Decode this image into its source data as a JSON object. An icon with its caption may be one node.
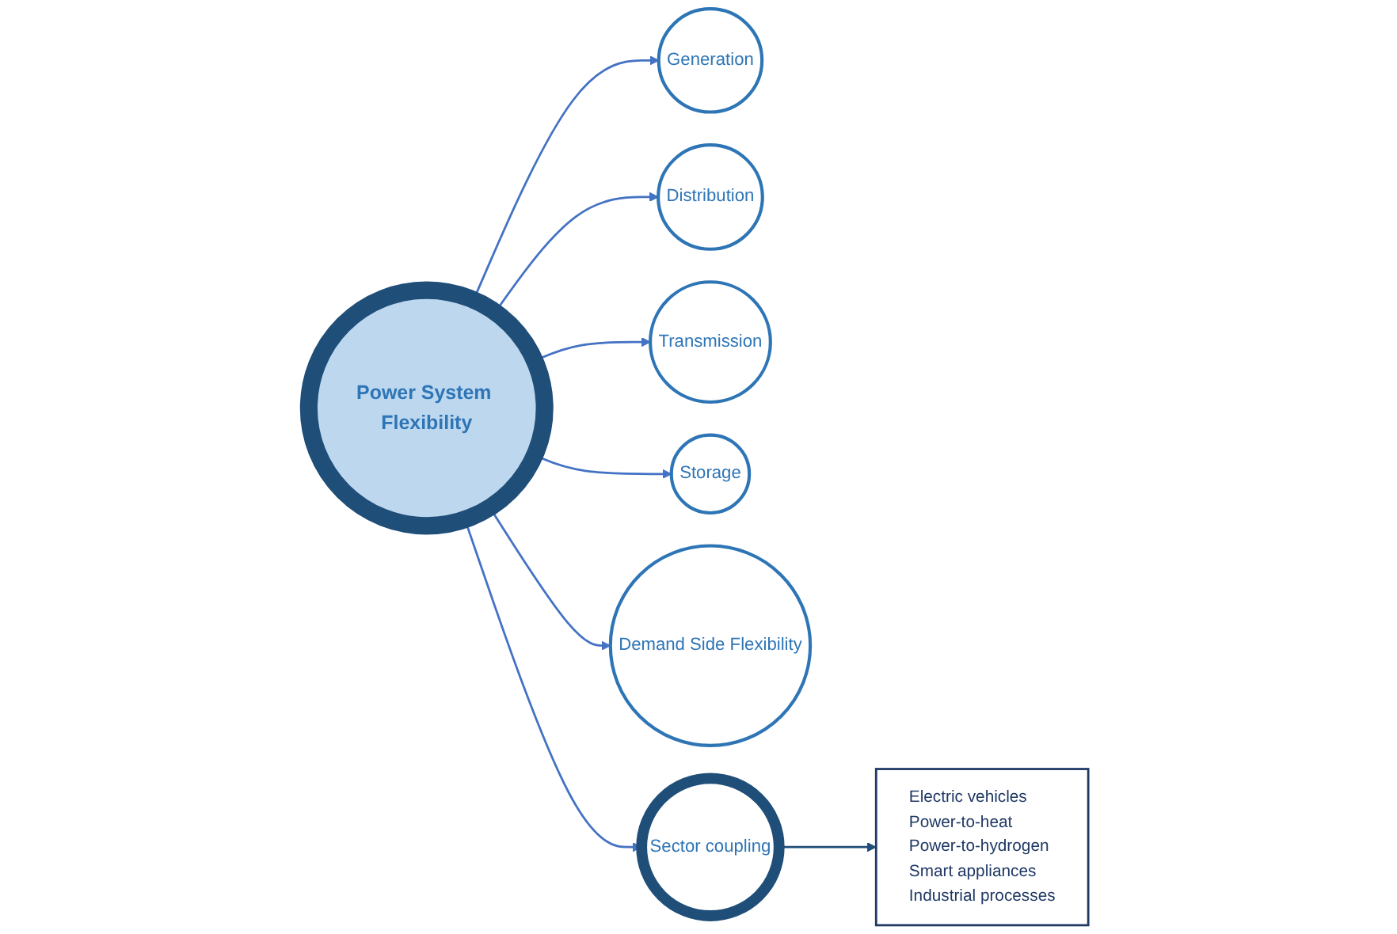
{
  "diagram": {
    "nodes": [
      {
        "text": [
          "Power System Flexibility"
        ]
      },
      {
        "text": [
          "Generation"
        ]
      },
      {
        "text": [
          "Distribution"
        ]
      },
      {
        "text": [
          "Transmission"
        ]
      },
      {
        "text": [
          "Storage"
        ]
      },
      {
        "text": [
          "Demand Side Flexibility"
        ]
      },
      {
        "text": [
          "Sector coupling"
        ]
      },
      {
        "text": [
          "Electric vehicles",
          "Power-to-heat",
          "Power-to-hydrogen",
          "Smart appliances",
          "Industrial processes"
        ]
      }
    ],
    "edges": [
      {
        "from": 0,
        "to": 1,
        "arrow": "to"
      },
      {
        "from": 0,
        "to": 2,
        "arrow": "to"
      },
      {
        "from": 0,
        "to": 3,
        "arrow": "to"
      },
      {
        "from": 0,
        "to": 4,
        "arrow": "to"
      },
      {
        "from": 0,
        "to": 5,
        "arrow": "to"
      },
      {
        "from": 0,
        "to": 6,
        "arrow": "to"
      },
      {
        "from": 6,
        "to": 7,
        "arrow": "to",
        "color": "#1f4e79"
      }
    ]
  }
}
